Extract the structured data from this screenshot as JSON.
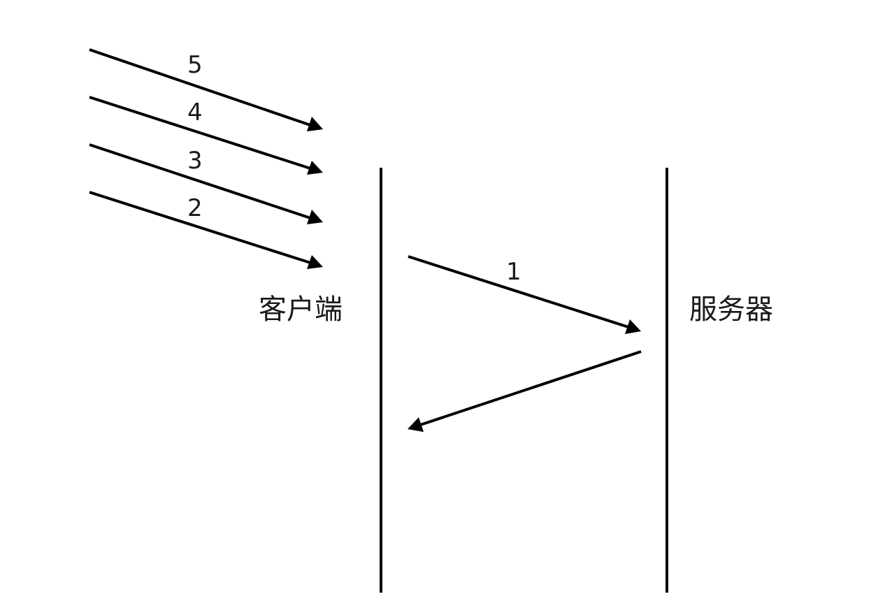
{
  "lifelines": {
    "client": {
      "label": "客户端"
    },
    "server": {
      "label": "服务器"
    }
  },
  "messages": [
    {
      "id": "msg-5",
      "label": "5",
      "from": "outside",
      "to": "client"
    },
    {
      "id": "msg-4",
      "label": "4",
      "from": "outside",
      "to": "client"
    },
    {
      "id": "msg-3",
      "label": "3",
      "from": "outside",
      "to": "client"
    },
    {
      "id": "msg-2",
      "label": "2",
      "from": "outside",
      "to": "client"
    },
    {
      "id": "msg-1",
      "label": "1",
      "from": "client",
      "to": "server"
    },
    {
      "id": "msg-response",
      "label": "",
      "from": "server",
      "to": "client"
    }
  ]
}
